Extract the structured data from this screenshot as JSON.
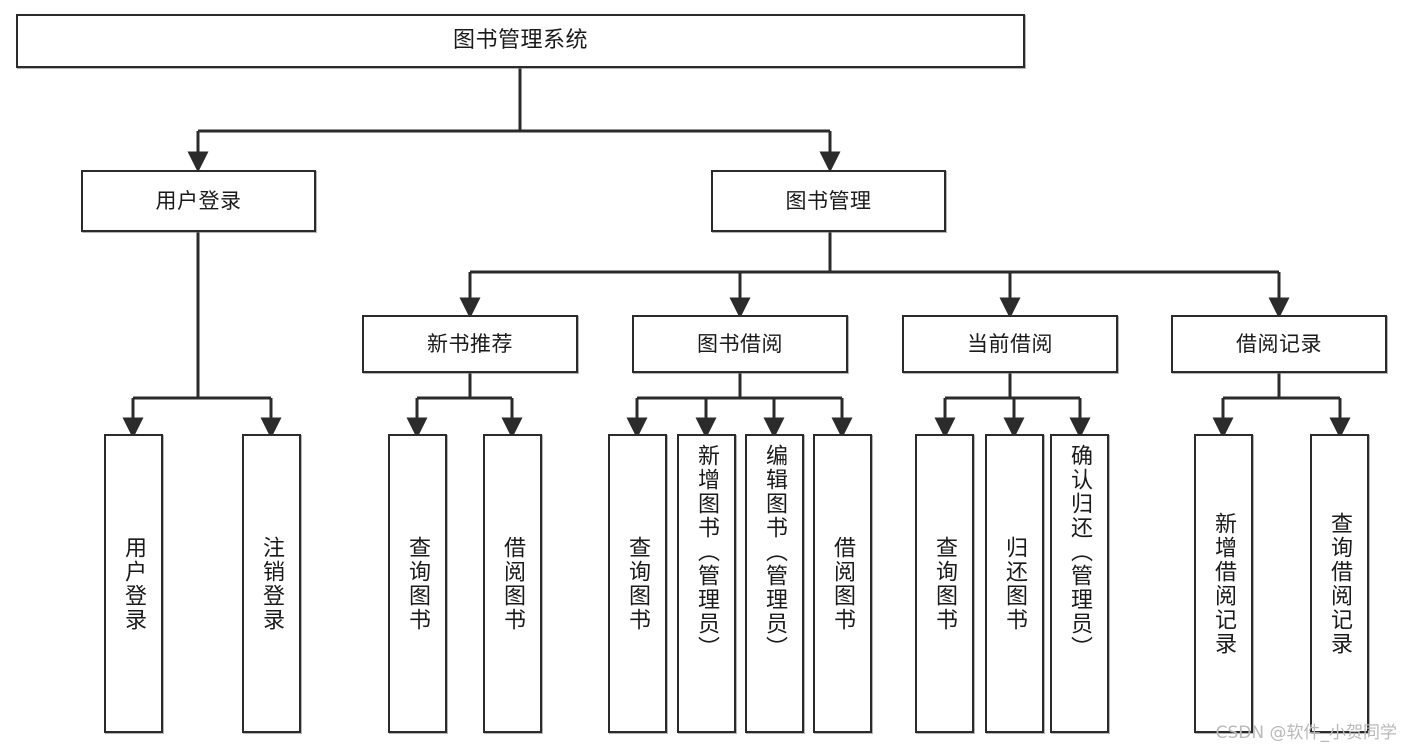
{
  "diagram": {
    "type": "hierarchy-tree",
    "title": "图书管理系统",
    "orientation": "top-down",
    "levels": 4,
    "colors": {
      "box_border": "#2b2b2b",
      "box_fill": "#ffffff",
      "connector": "#2b2b2b",
      "text": "#1a1a1a",
      "watermark": "#b9b9b9"
    }
  },
  "root": {
    "label": "图书管理系统"
  },
  "level2": [
    {
      "label": "用户登录"
    },
    {
      "label": "图书管理"
    }
  ],
  "level3": [
    {
      "label": "新书推荐"
    },
    {
      "label": "图书借阅"
    },
    {
      "label": "当前借阅"
    },
    {
      "label": "借阅记录"
    }
  ],
  "leaves": {
    "user_login": [
      {
        "label": "用户登录"
      },
      {
        "label": "注销登录"
      }
    ],
    "new_book_recommend": [
      {
        "label": "查询图书"
      },
      {
        "label": "借阅图书"
      }
    ],
    "book_borrow": [
      {
        "label": "查询图书"
      },
      {
        "label": "新增图书（管理员）"
      },
      {
        "label": "编辑图书（管理员）"
      },
      {
        "label": "借阅图书"
      }
    ],
    "current_borrow": [
      {
        "label": "查询图书"
      },
      {
        "label": "归还图书"
      },
      {
        "label": "确认归还（管理员）"
      }
    ],
    "borrow_record": [
      {
        "label": "新增借阅记录"
      },
      {
        "label": "查询借阅记录"
      }
    ]
  },
  "watermark": {
    "text": "CSDN @软件_小贺同学"
  }
}
